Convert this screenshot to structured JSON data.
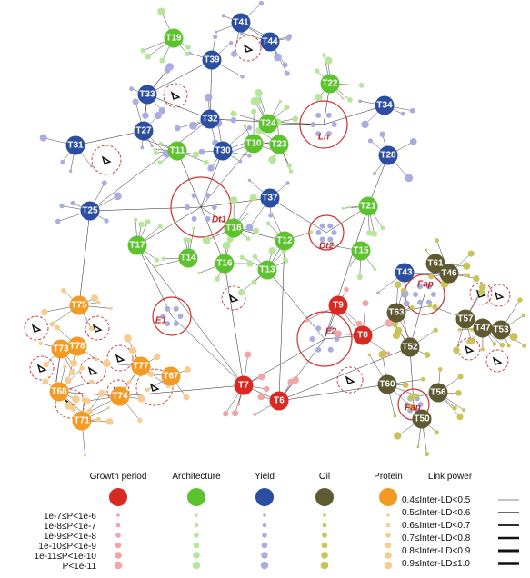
{
  "colors": {
    "growth": "#d92a22",
    "architecture": "#5cc22e",
    "yield": "#2b4ea2",
    "oil": "#5f5a32",
    "protein": "#f39a22"
  },
  "nodes": [
    {
      "id": "T41",
      "cat": "yield"
    },
    {
      "id": "T44",
      "cat": "yield"
    },
    {
      "id": "T39",
      "cat": "yield"
    },
    {
      "id": "T19",
      "cat": "architecture"
    },
    {
      "id": "T33",
      "cat": "yield"
    },
    {
      "id": "T32",
      "cat": "yield"
    },
    {
      "id": "T27",
      "cat": "yield"
    },
    {
      "id": "T31",
      "cat": "yield"
    },
    {
      "id": "T22",
      "cat": "architecture"
    },
    {
      "id": "T34",
      "cat": "yield"
    },
    {
      "id": "T24",
      "cat": "architecture"
    },
    {
      "id": "T10",
      "cat": "architecture"
    },
    {
      "id": "T23",
      "cat": "architecture"
    },
    {
      "id": "T11",
      "cat": "architecture"
    },
    {
      "id": "T30",
      "cat": "yield"
    },
    {
      "id": "T28",
      "cat": "yield"
    },
    {
      "id": "T25",
      "cat": "yield"
    },
    {
      "id": "T37",
      "cat": "yield"
    },
    {
      "id": "T21",
      "cat": "architecture"
    },
    {
      "id": "T18",
      "cat": "architecture"
    },
    {
      "id": "T12",
      "cat": "architecture"
    },
    {
      "id": "T15",
      "cat": "architecture"
    },
    {
      "id": "T17",
      "cat": "architecture"
    },
    {
      "id": "T14",
      "cat": "architecture"
    },
    {
      "id": "T16",
      "cat": "architecture"
    },
    {
      "id": "T13",
      "cat": "architecture"
    },
    {
      "id": "T43",
      "cat": "yield"
    },
    {
      "id": "T61",
      "cat": "oil"
    },
    {
      "id": "T46",
      "cat": "oil"
    },
    {
      "id": "T63",
      "cat": "oil"
    },
    {
      "id": "T57",
      "cat": "oil"
    },
    {
      "id": "T47",
      "cat": "oil"
    },
    {
      "id": "T53",
      "cat": "oil"
    },
    {
      "id": "T52",
      "cat": "oil"
    },
    {
      "id": "T60",
      "cat": "oil"
    },
    {
      "id": "T56",
      "cat": "oil"
    },
    {
      "id": "T50",
      "cat": "oil"
    },
    {
      "id": "T9",
      "cat": "growth"
    },
    {
      "id": "T8",
      "cat": "growth"
    },
    {
      "id": "T7",
      "cat": "growth"
    },
    {
      "id": "T6",
      "cat": "growth"
    },
    {
      "id": "T75",
      "cat": "protein"
    },
    {
      "id": "T78",
      "cat": "protein"
    },
    {
      "id": "T73",
      "cat": "protein"
    },
    {
      "id": "T77",
      "cat": "protein"
    },
    {
      "id": "T67",
      "cat": "protein"
    },
    {
      "id": "T68",
      "cat": "protein"
    },
    {
      "id": "T74",
      "cat": "protein"
    },
    {
      "id": "T71",
      "cat": "protein"
    }
  ],
  "group_labels": [
    "Ln",
    "Dt1",
    "Dt2",
    "E1",
    "E2",
    "Fap",
    "Fan"
  ],
  "legend": {
    "categories": [
      {
        "key": "growth",
        "label": "Growth period"
      },
      {
        "key": "architecture",
        "label": "Architecture"
      },
      {
        "key": "yield",
        "label": "Yield"
      },
      {
        "key": "oil",
        "label": "Oil"
      },
      {
        "key": "protein",
        "label": "Protein"
      }
    ],
    "pvalue_bins": [
      "1e-7≤P<1e-6",
      "1e-8≤P<1e-7",
      "1e-9≤P<1e-8",
      "1e-10≤P<1e-9",
      "1e-11≤P<1e-10",
      "P<1e-11"
    ],
    "link_title": "Link power",
    "link_bins": [
      "0.4≤Inter-LD<0.5",
      "0.5≤Inter-LD<0.6",
      "0.6≤Inter-LD<0.7",
      "0.7≤Inter-LD<0.8",
      "0.8≤Inter-LD<0.9",
      "0.9≤Inter-LD≤1.0"
    ]
  }
}
